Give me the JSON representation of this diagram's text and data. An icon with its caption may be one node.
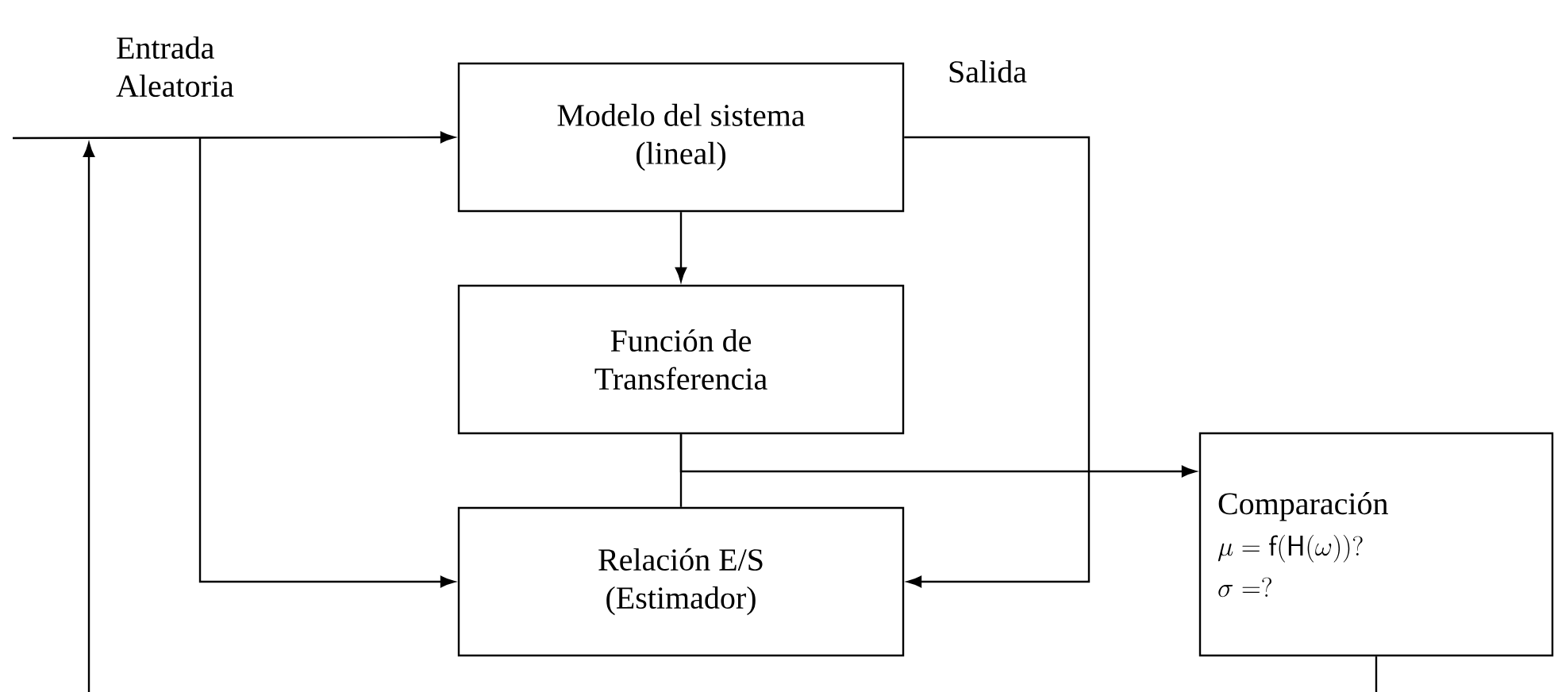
{
  "diagram": {
    "nodes": [
      {
        "text": [
          "Modelo del sistema (lineal)"
        ]
      },
      {
        "text": [
          "Función de Transferencia"
        ]
      },
      {
        "text": [
          "Relación E/S (Estimador)"
        ]
      },
      {
        "text": [
          "Comparación",
          "\\mu=\\mathsf{f}\\bigl(\\mathsf{H}(\\omega)\\bigr)?",
          "\\sigma=?"
        ]
      }
    ],
    "edges": [
      {
        "from": null,
        "to": 0,
        "arrow": "to",
        "label": "Entrada Aleatoria"
      },
      {
        "from": null,
        "to": 2,
        "arrow": "to"
      },
      {
        "from": 0,
        "to": 1,
        "arrow": "to"
      },
      {
        "from": 0,
        "to": 2,
        "arrow": "to",
        "label": "Salida"
      },
      {
        "from": 1,
        "to": 3,
        "arrow": "to"
      },
      {
        "from": 1,
        "to": 2,
        "arrow": "none"
      },
      {
        "from": 3,
        "to": null,
        "arrow": "none"
      }
    ]
  }
}
